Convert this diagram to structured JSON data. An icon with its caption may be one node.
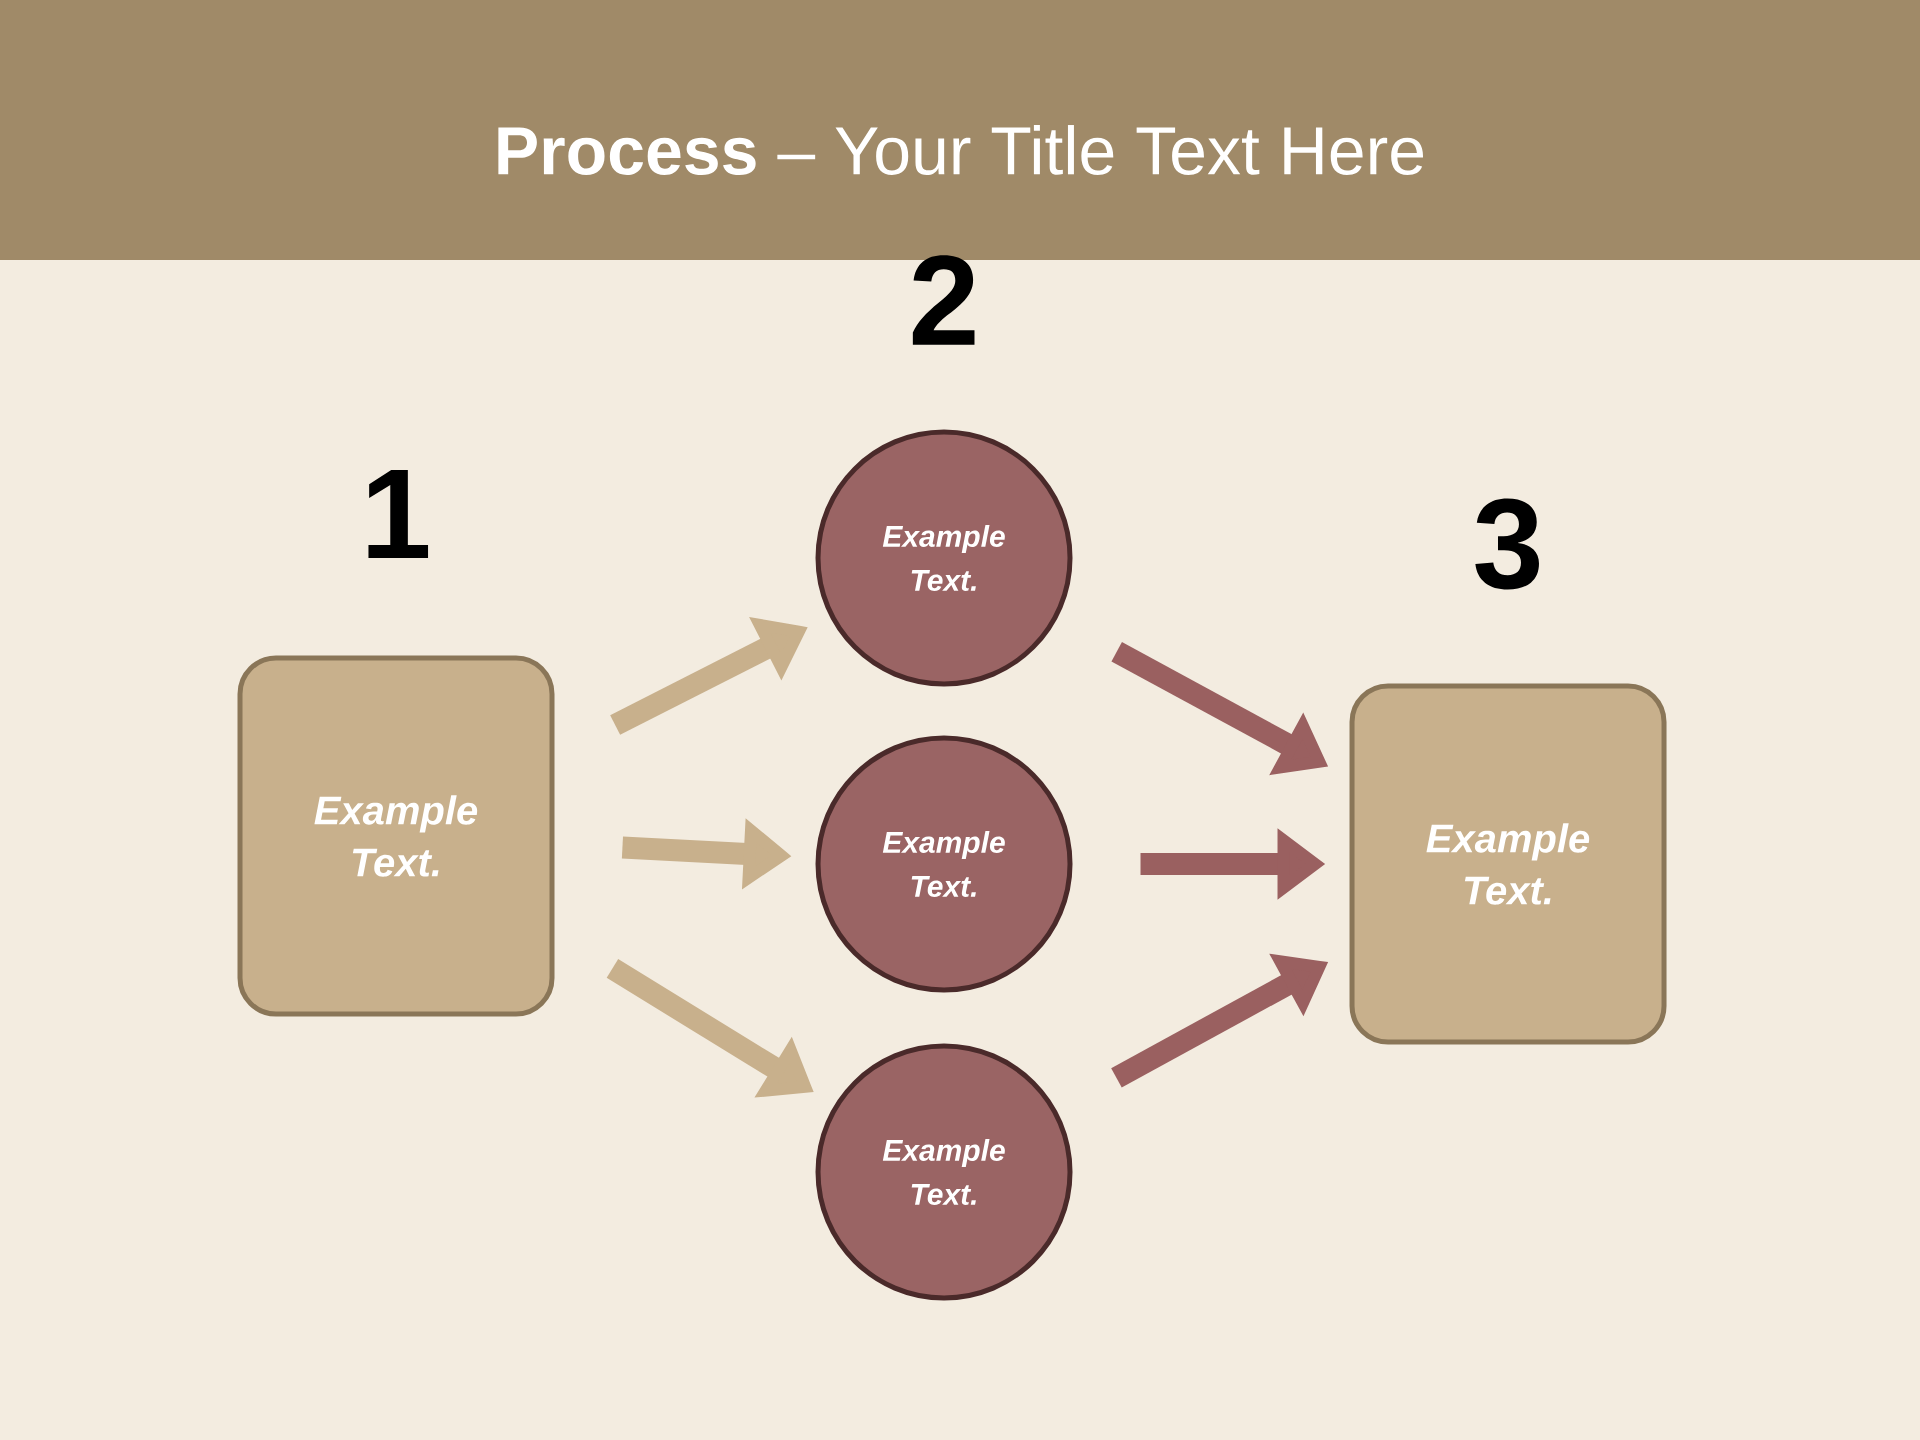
{
  "diagram": {
    "title": "**Process** – Your Title Text Here",
    "nodes": [
      {
        "text": [
          "Example Text."
        ]
      },
      {
        "text": [
          "Example Text."
        ]
      },
      {
        "text": [
          "Example Text."
        ]
      },
      {
        "text": [
          "Example Text."
        ]
      },
      {
        "text": [
          "Example Text."
        ]
      }
    ],
    "edges": [
      {
        "from": 0,
        "to": 1,
        "arrow": "to",
        "color": "#c8b08c"
      },
      {
        "from": 0,
        "to": 2,
        "arrow": "to",
        "color": "#c8b08c"
      },
      {
        "from": 0,
        "to": 3,
        "arrow": "to",
        "color": "#c8b08c"
      },
      {
        "from": 1,
        "to": 4,
        "arrow": "to",
        "color": "#9a6060"
      },
      {
        "from": 2,
        "to": 4,
        "arrow": "to",
        "color": "#9a6060"
      },
      {
        "from": 3,
        "to": 4,
        "arrow": "to",
        "color": "#9a6060"
      }
    ],
    "labels": [
      "1",
      "2",
      "3"
    ]
  }
}
